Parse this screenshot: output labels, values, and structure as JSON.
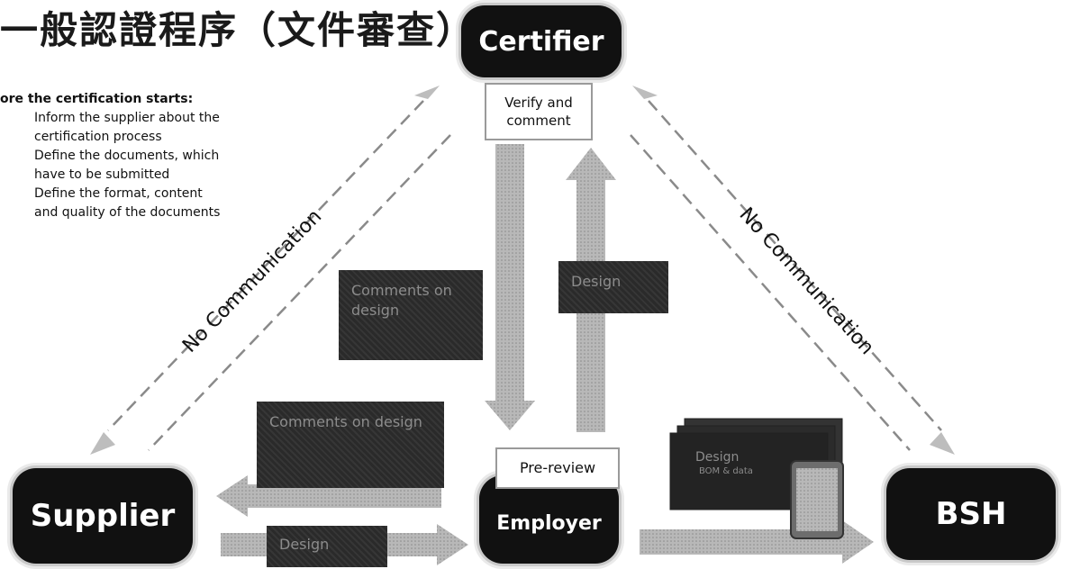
{
  "title": "一般認證程序（文件審查）",
  "intro": {
    "heading": "ore the certification starts:",
    "items": [
      "Inform the supplier about the",
      "certification process",
      "Define the documents, which",
      "have to be submitted",
      "Define the format, content",
      "and quality of the documents"
    ]
  },
  "nodes": {
    "certifier": "Certifier",
    "supplier": "Supplier",
    "employer": "Employer",
    "bsh": "BSH"
  },
  "labels": {
    "verify": "Verify and comment",
    "pre_review": "Pre-review",
    "no_comm_left": "No Communication",
    "no_comm_right": "No Communication"
  },
  "notes": {
    "comments_center": "Comments on design",
    "design_center": "Design",
    "comments_left": "Comments on design",
    "design_bottom": "Design",
    "design_stack": "Design",
    "design_stack_sub": "BOM & data"
  }
}
